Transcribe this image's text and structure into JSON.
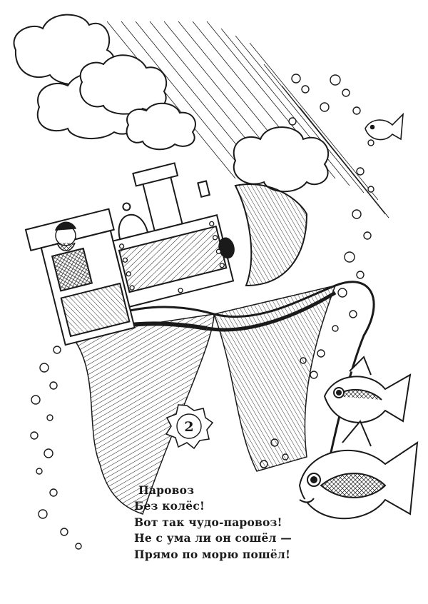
{
  "page": {
    "number": "2"
  },
  "poem": {
    "title": "Паровоз",
    "lines": [
      "Без колёс!",
      "Вот так чудо-паровоз!",
      "Не с ума ли он сошёл —",
      "Прямо по морю пошёл!"
    ]
  },
  "colors": {
    "ink": "#1a1a1a",
    "paper": "#ffffff"
  }
}
